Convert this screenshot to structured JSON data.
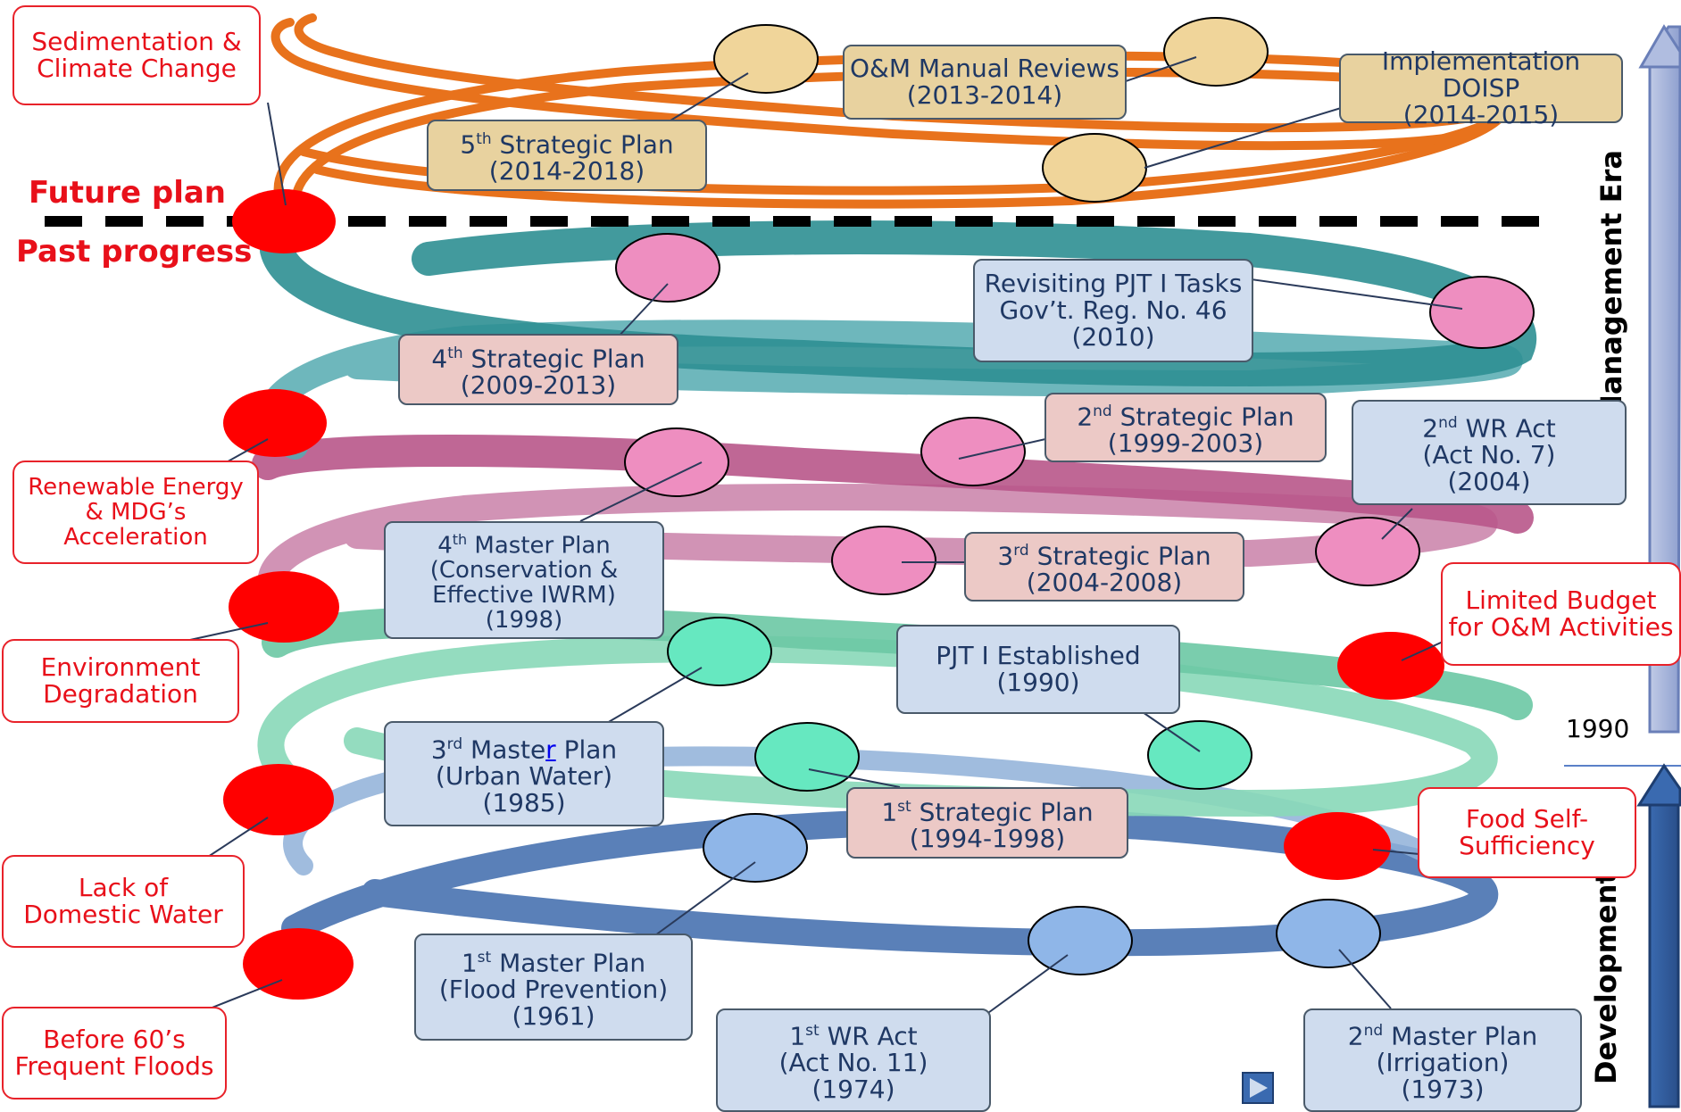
{
  "markers": {
    "future": "Future plan",
    "past": "Past progress"
  },
  "eras": {
    "management": "WR Management Era",
    "development": "Development Era",
    "year_label": "1990"
  },
  "issues": {
    "sedimentation": [
      "Sedimentation &",
      "Climate Change"
    ],
    "renewable": [
      "Renewable Energy",
      "& MDG’s",
      "Acceleration"
    ],
    "environment": [
      "Environment",
      "Degradation"
    ],
    "domestic": [
      "Lack of",
      "Domestic Water"
    ],
    "floods": [
      "Before 60’s",
      "Frequent Floods"
    ],
    "budget": [
      "Limited Budget",
      "for O&M Activities"
    ],
    "food": [
      "Food Self-",
      "Sufficiency"
    ]
  },
  "milestones": {
    "om_manual": [
      "O&M Manual Reviews",
      "(2013-2014)"
    ],
    "doisp": [
      "Implementation DOISP",
      "(2014-2015)"
    ],
    "sp5": {
      "ord": "5",
      "sup": "th",
      "rest": " Strategic Plan",
      "years": "(2014-2018)"
    },
    "pjt_revisit": [
      "Revisiting PJT I Tasks",
      "Gov’t. Reg. No. 46",
      "(2010)"
    ],
    "sp4": {
      "ord": "4",
      "sup": "th",
      "rest": " Strategic Plan",
      "years": "(2009-2013)"
    },
    "sp2": {
      "ord": "2",
      "sup": "nd",
      "rest": " Strategic Plan",
      "years": "(1999-2003)"
    },
    "wr_act2": {
      "ord": "2",
      "sup": "nd",
      "rest": " WR Act",
      "line2": "(Act No. 7)",
      "years": "(2004)"
    },
    "mp4": {
      "ord": "4",
      "sup": "th",
      "rest": " Master Plan",
      "line2": "(Conservation &",
      "line3": "Effective IWRM)",
      "years": "(1998)"
    },
    "sp3": {
      "ord": "3",
      "sup": "rd",
      "rest": " Strategic Plan",
      "years": "(2004-2008)"
    },
    "pjt_est": [
      "PJT I Established",
      "(1990)"
    ],
    "mp3": {
      "ord": "3",
      "sup": "rd",
      "rest_a": " Maste",
      "rest_link": "r",
      "rest_b": " Plan",
      "line2": "(Urban Water)",
      "years": "(1985)"
    },
    "sp1": {
      "ord": "1",
      "sup": "st",
      "rest": " Strategic Plan",
      "years": "(1994-1998)"
    },
    "mp1": {
      "ord": "1",
      "sup": "st",
      "rest": " Master Plan",
      "line2": "(Flood Prevention)",
      "years": "(1961)"
    },
    "wr_act1": {
      "ord": "1",
      "sup": "st",
      "rest": " WR Act",
      "line2": "(Act No. 11)",
      "years": "(1974)"
    },
    "mp2": {
      "ord": "2",
      "sup": "nd",
      "rest": " Master Plan",
      "line2": "(Irrigation)",
      "years": "(1973)"
    }
  },
  "colors": {
    "red": "#ff0000",
    "orange": "#e8721c",
    "teal": "#2e8f92",
    "pink": "#b8578a",
    "green": "#6cc8a4",
    "blue": "#5a80b8"
  },
  "icons": {
    "play": "play-icon"
  }
}
